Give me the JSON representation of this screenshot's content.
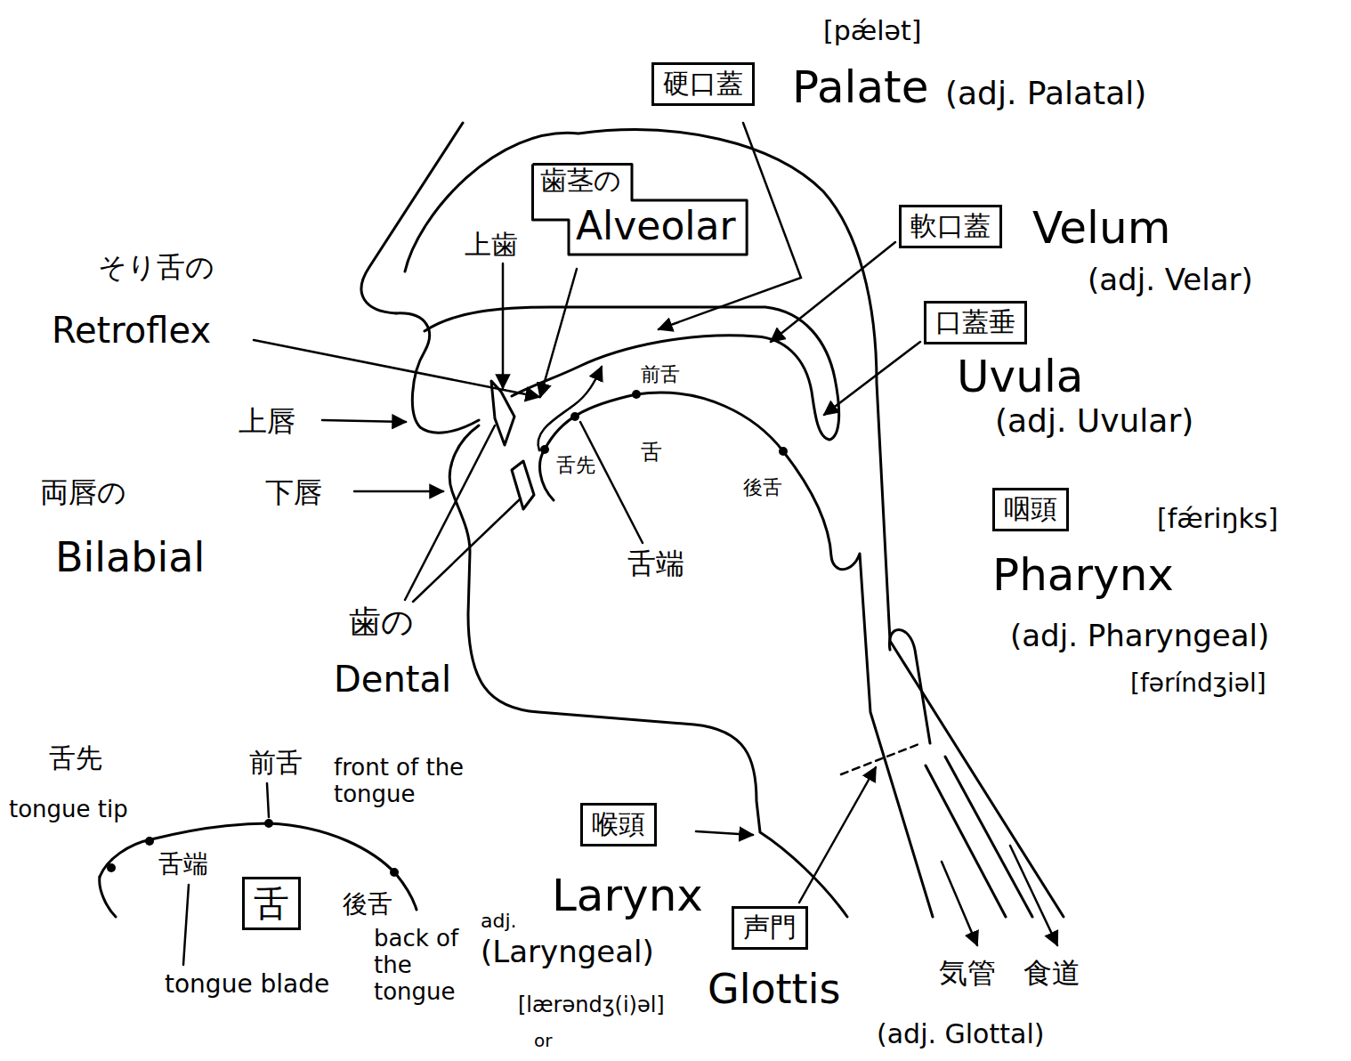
{
  "diagram": {
    "nodes": [
      {
        "text": [
          "硬口蓋"
        ]
      },
      {
        "text": [
          "歯茎の",
          "Alveolar"
        ]
      },
      {
        "text": [
          "軟口蓋"
        ]
      },
      {
        "text": [
          "口蓋垂"
        ]
      },
      {
        "text": [
          "咽頭"
        ]
      },
      {
        "text": [
          "喉頭"
        ]
      },
      {
        "text": [
          "声門"
        ]
      },
      {
        "text": [
          "舌"
        ]
      }
    ],
    "labels": [
      "[pǽlət]",
      "Palate",
      "(adj. Palatal)",
      "Velum",
      "(adj. Velar)",
      "Uvula",
      "(adj. Uvular)",
      "[fǽriŋks]",
      "Pharynx",
      "(adj. Pharyngeal)",
      "[fəríndʒiəl]",
      "そり舌の",
      "Retroflex",
      "上歯",
      "上唇",
      "下唇",
      "両唇の",
      "Bilabial",
      "歯の",
      "Dental",
      "舌先",
      "舌",
      "前舌",
      "後舌",
      "舌端",
      "舌先",
      "tongue tip",
      "前舌",
      "front of the tongue",
      "舌端",
      "後舌",
      "back of the tongue",
      "tongue blade",
      "Larynx",
      "adj.",
      "(Laryngeal)",
      "[lærəndʒ(i)əl]",
      "or",
      "Glottis",
      "(adj. Glottal)",
      "気管",
      "食道"
    ]
  }
}
